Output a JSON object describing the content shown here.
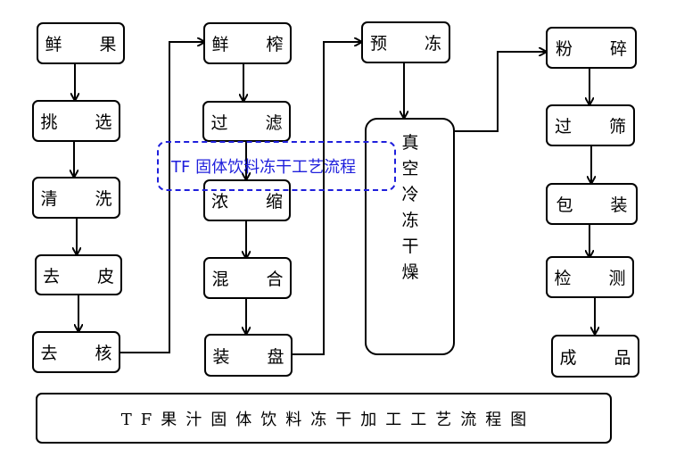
{
  "diagram": {
    "title": "TF果汁固体饮料冻干加工工艺流程图",
    "overlay_label": "TF 固体饮料冻干工艺流程",
    "overlay_color": "#1f1fdc",
    "columns": [
      {
        "steps": [
          "鲜 果",
          "挑 选",
          "清 洗",
          "去 皮",
          "去 核"
        ]
      },
      {
        "steps": [
          "鲜 榨",
          "过 滤",
          "浓 缩",
          "混 合",
          "装 盘"
        ]
      },
      {
        "steps": [
          "预 冻"
        ],
        "tall_step": [
          "真",
          "空",
          "冷",
          "冻",
          "干",
          "燥"
        ]
      },
      {
        "steps": [
          "粉 碎",
          "过 筛",
          "包 装",
          "检 测",
          "成 品"
        ]
      }
    ]
  }
}
